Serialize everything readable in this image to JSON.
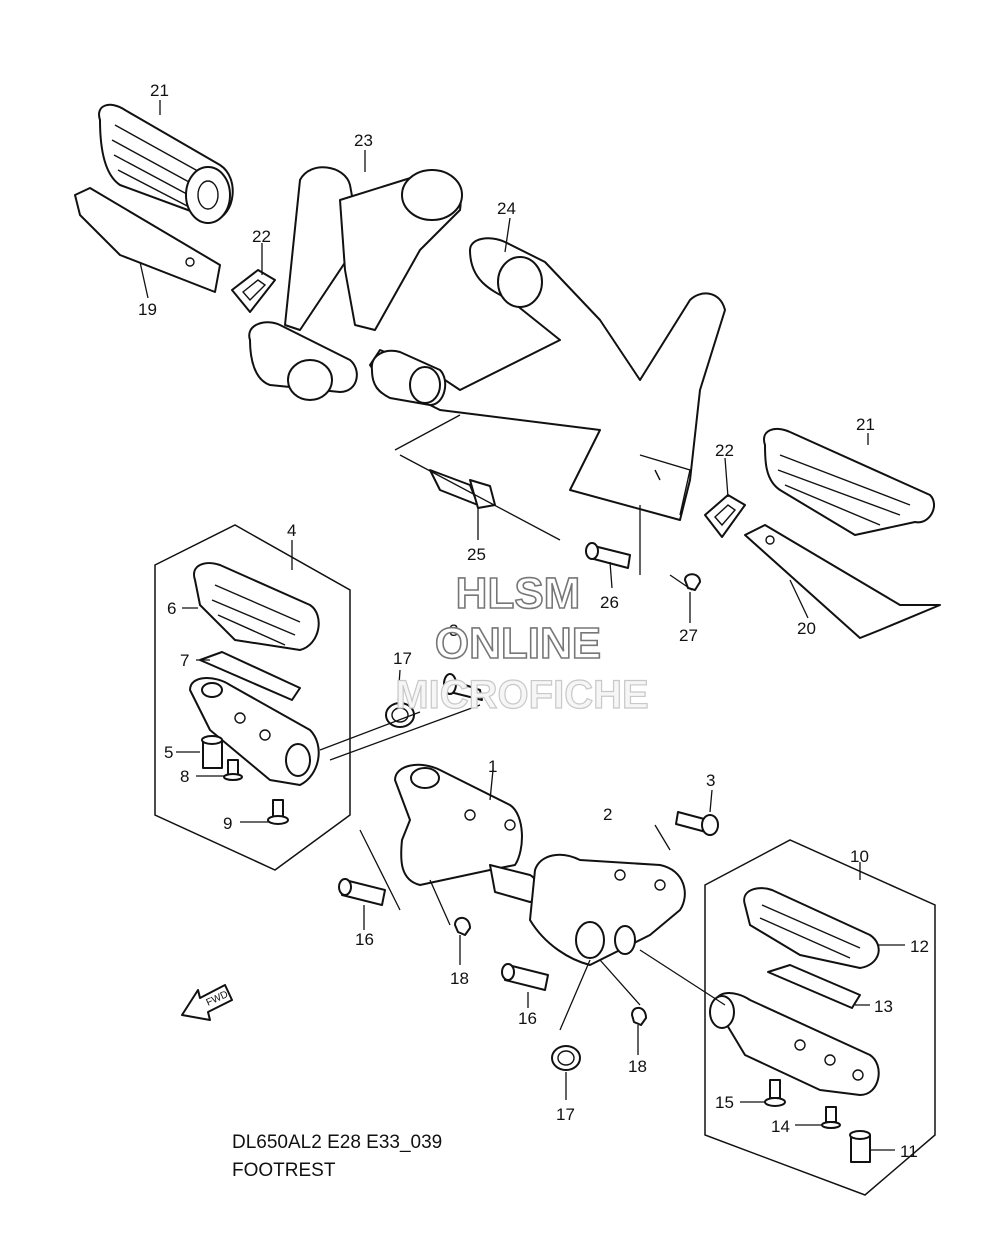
{
  "diagram": {
    "model_code": "DL650AL2 E28 E33_039",
    "title": "FOOTREST",
    "fwd_label": "FWD",
    "watermark": [
      "HLSM",
      "ONLINE",
      "MICROFICHE"
    ],
    "callouts": [
      "21",
      "23",
      "24",
      "22",
      "19",
      "25",
      "26",
      "27",
      "22",
      "21",
      "20",
      "4",
      "6",
      "7",
      "5",
      "8",
      "9",
      "3",
      "17",
      "1",
      "3",
      "2",
      "10",
      "12",
      "13",
      "16",
      "18",
      "16",
      "18",
      "17",
      "15",
      "14",
      "11"
    ]
  }
}
